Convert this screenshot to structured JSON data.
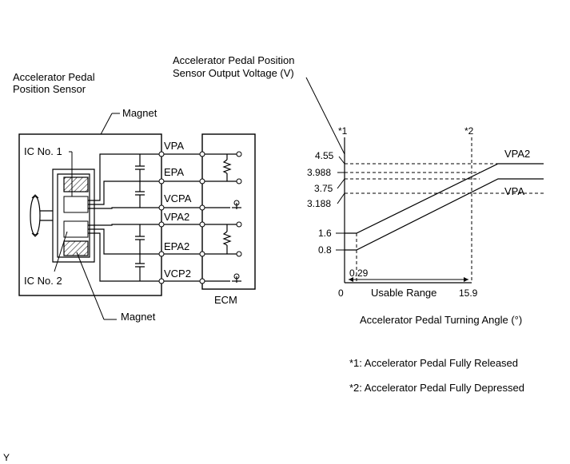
{
  "sensor": {
    "title_line1": "Accelerator Pedal",
    "title_line2": "Position Sensor",
    "magnet_top": "Magnet",
    "magnet_bottom": "Magnet",
    "ic1": "IC No. 1",
    "ic2": "IC No. 2"
  },
  "terminals": [
    "VPA",
    "EPA",
    "VCPA",
    "VPA2",
    "EPA2",
    "VCP2"
  ],
  "ecm_label": "ECM",
  "graph": {
    "ylabel_line1": "Accelerator Pedal Position",
    "ylabel_line2": "Sensor Output Voltage (V)",
    "marker1": "*1",
    "marker2": "*2",
    "series_vpa2": "VPA2",
    "series_vpa": "VPA",
    "y_ticks": [
      "4.55",
      "3.988",
      "3.75",
      "3.188",
      "1.6",
      "0.8"
    ],
    "x_zero": "0",
    "x_029": "0.29",
    "x_159": "15.9",
    "usable_range": "Usable Range",
    "xlabel": "Accelerator Pedal Turning Angle (°)"
  },
  "notes": {
    "note1": "*1: Accelerator Pedal Fully Released",
    "note2": "*2: Accelerator Pedal Fully Depressed"
  },
  "corner_mark": "Y"
}
